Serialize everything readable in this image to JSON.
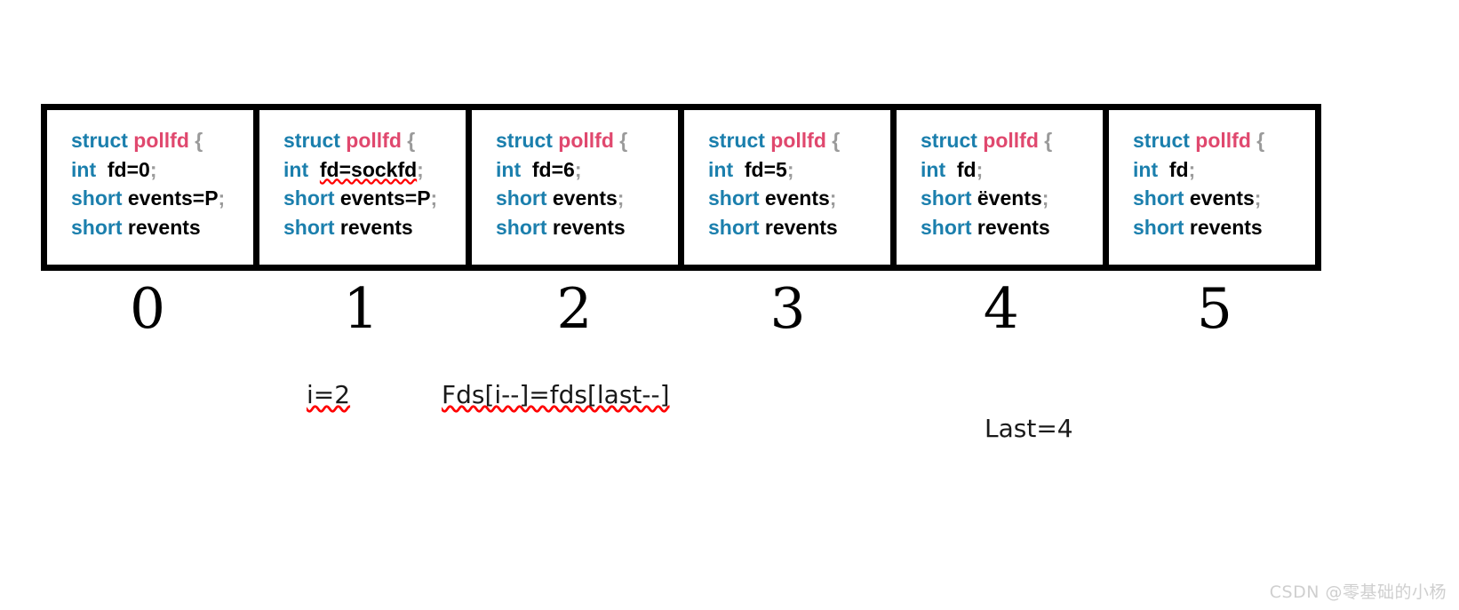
{
  "diagram": {
    "title": "poll fds array compaction",
    "colors": {
      "keyword_blue": "#1b7fad",
      "type_pink": "#e0486e",
      "punctuation_gray": "#9a9a9a",
      "border_black": "#000000",
      "misspell_red": "#ff0000",
      "watermark_gray": "#cfcfcf"
    },
    "struct_keywords": {
      "struct": "struct",
      "type_name": "pollfd",
      "open_brace": "{",
      "int": "int",
      "short": "short",
      "semicolon": ";",
      "fd_name": "fd",
      "events_name": "events",
      "revents_name": "revents"
    },
    "cells": [
      {
        "index": "0",
        "line1": {
          "kw": "struct",
          "type": "pollfd",
          "brace": "{"
        },
        "line2": {
          "kw": "int",
          "value": "fd=0",
          "semi": ";",
          "misspelled": false
        },
        "line3": {
          "kw": "short",
          "value": "events=P",
          "semi": ";"
        },
        "line4": {
          "kw": "short",
          "value": "revents",
          "semi": ""
        }
      },
      {
        "index": "1",
        "line1": {
          "kw": "struct",
          "type": "pollfd",
          "brace": "{"
        },
        "line2": {
          "kw": "int",
          "value": "fd=sockfd",
          "semi": ";",
          "misspelled": true
        },
        "line3": {
          "kw": "short",
          "value": "events=P",
          "semi": ";"
        },
        "line4": {
          "kw": "short",
          "value": "revents",
          "semi": ""
        }
      },
      {
        "index": "2",
        "line1": {
          "kw": "struct",
          "type": "pollfd",
          "brace": "{"
        },
        "line2": {
          "kw": "int",
          "value": "fd=6",
          "semi": ";",
          "misspelled": false
        },
        "line3": {
          "kw": "short",
          "value": "events",
          "semi": ";"
        },
        "line4": {
          "kw": "short",
          "value": "revents",
          "semi": ""
        }
      },
      {
        "index": "3",
        "line1": {
          "kw": "struct",
          "type": "pollfd",
          "brace": "{"
        },
        "line2": {
          "kw": "int",
          "value": "fd=5",
          "semi": ";",
          "misspelled": false
        },
        "line3": {
          "kw": "short",
          "value": "events",
          "semi": ";"
        },
        "line4": {
          "kw": "short",
          "value": "revents",
          "semi": ""
        }
      },
      {
        "index": "4",
        "line1": {
          "kw": "struct",
          "type": "pollfd",
          "brace": "{"
        },
        "line2": {
          "kw": "int",
          "value": "fd",
          "semi": ";",
          "misspelled": false
        },
        "line3": {
          "kw": "short",
          "value": "ëvents",
          "semi": ";"
        },
        "line4": {
          "kw": "short",
          "value": "revents",
          "semi": ""
        }
      },
      {
        "index": "5",
        "line1": {
          "kw": "struct",
          "type": "pollfd",
          "brace": "{"
        },
        "line2": {
          "kw": "int",
          "value": "fd",
          "semi": ";",
          "misspelled": false
        },
        "line3": {
          "kw": "short",
          "value": "events",
          "semi": ";"
        },
        "line4": {
          "kw": "short",
          "value": "revents",
          "semi": ""
        }
      }
    ],
    "annotations": {
      "index_var": "i=2",
      "swap_expression": "Fds[i--]=fds[last--]",
      "last_var": "Last=4"
    },
    "watermark": "CSDN @零基础的小杨"
  }
}
